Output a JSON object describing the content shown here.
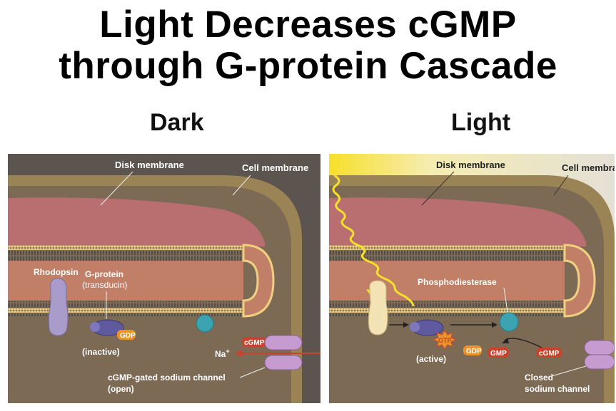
{
  "title": {
    "line1": "Light Decreases cGMP",
    "line2": "through G-protein Cascade"
  },
  "dark_panel": {
    "header": "Dark",
    "disk_membrane": "Disk membrane",
    "cell_membrane": "Cell membrane",
    "rhodopsin": "Rhodopsin",
    "gprotein_line1": "G-protein",
    "gprotein_line2": "(transducin)",
    "gdp": "GDP",
    "inactive": "(inactive)",
    "cgmp": "cGMP",
    "na": "Na",
    "na_sup": "+",
    "channel_line1": "cGMP-gated sodium channel",
    "channel_line2": "(open)"
  },
  "light_panel": {
    "header": "Light",
    "disk_membrane": "Disk membrane",
    "cell_membrane": "Cell membra",
    "phosphodiesterase": "Phosphodiesterase",
    "gtp": "GTP",
    "active": "(active)",
    "gdp": "GDP",
    "gmp": "GMP",
    "cgmp": "cGMP",
    "closed_line1": "Closed",
    "closed_line2": "sodium channel"
  },
  "colors": {
    "cytoplasm": "#7d6a55",
    "outer": "#5c544e",
    "cell_membrane": "#9a8455",
    "disk_top": "#b96f70",
    "disk_inner": "#c07f66",
    "lipid_head": "#f0d080",
    "rhodopsin": "#a99ccb",
    "transducin": "#5f5aa0",
    "pde": "#3ba3b2",
    "label_orange": "#e8932c",
    "label_red": "#c8422d",
    "channel": "#c69bd0",
    "light_yellow": "#f7e02a"
  }
}
